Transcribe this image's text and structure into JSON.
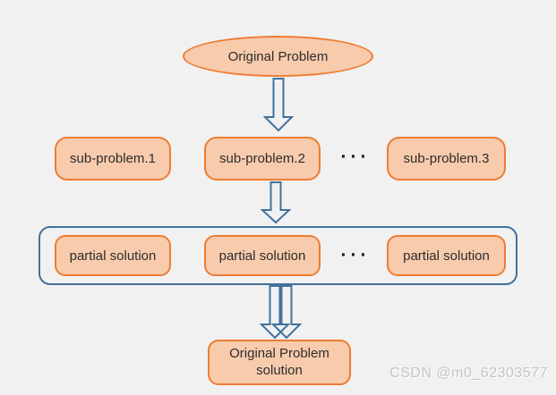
{
  "colors": {
    "background": "#f1f1f2",
    "node_fill": "#F8CBAD",
    "node_border": "#ED7D31",
    "arrow_and_group_border": "#41719C",
    "text": "#2d2d2d",
    "watermark": "#c6c5c5"
  },
  "diagram": {
    "root": {
      "label": "Original Problem"
    },
    "sub_problems": [
      {
        "label": "sub-problem.1"
      },
      {
        "label": "sub-problem.2"
      },
      {
        "label": "sub-problem.3"
      }
    ],
    "sub_problems_ellipsis": "···",
    "partial_solutions": [
      {
        "label": "partial solution"
      },
      {
        "label": "partial solution"
      },
      {
        "label": "partial solution"
      }
    ],
    "partial_solutions_ellipsis": "···",
    "final": {
      "label": "Original Problem solution"
    }
  },
  "icons": {
    "down_arrow": "block-down-arrow",
    "double_down_arrow": "two-overlapping-block-down-arrows"
  },
  "watermark": "CSDN @m0_62303577"
}
